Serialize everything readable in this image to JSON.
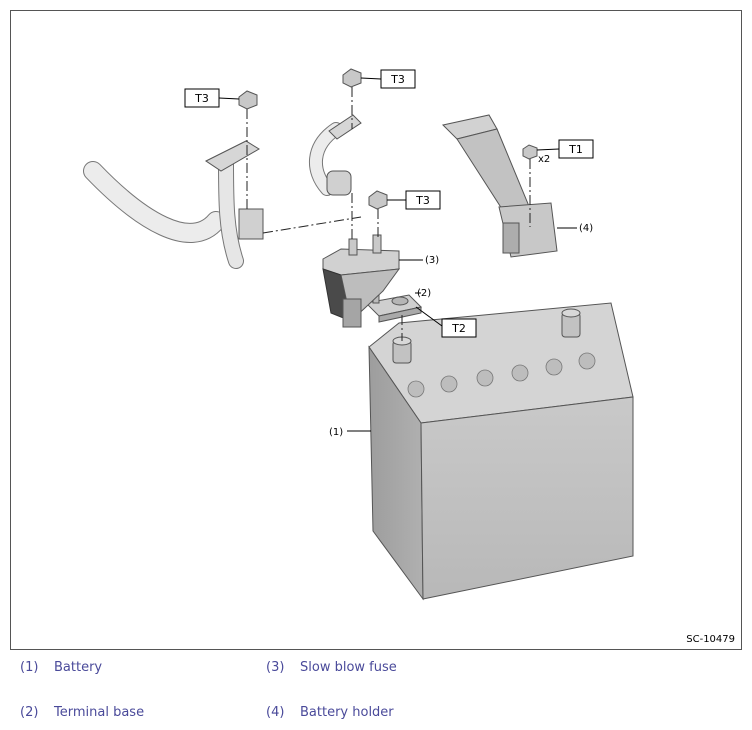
{
  "figure": {
    "code": "SC-10479",
    "torque_tags": {
      "t3_left": "T3",
      "t3_top": "T3",
      "t3_mid": "T3",
      "t1": "T1",
      "t2": "T2"
    },
    "quantity_note": "x2",
    "callouts": {
      "c1": "(1)",
      "c2": "(2)",
      "c3": "(3)",
      "c4": "(4)"
    }
  },
  "legend": {
    "items": [
      {
        "num": "(1)",
        "label": "Battery"
      },
      {
        "num": "(2)",
        "label": "Terminal base"
      },
      {
        "num": "(3)",
        "label": "Slow blow fuse"
      },
      {
        "num": "(4)",
        "label": "Battery holder"
      }
    ]
  }
}
